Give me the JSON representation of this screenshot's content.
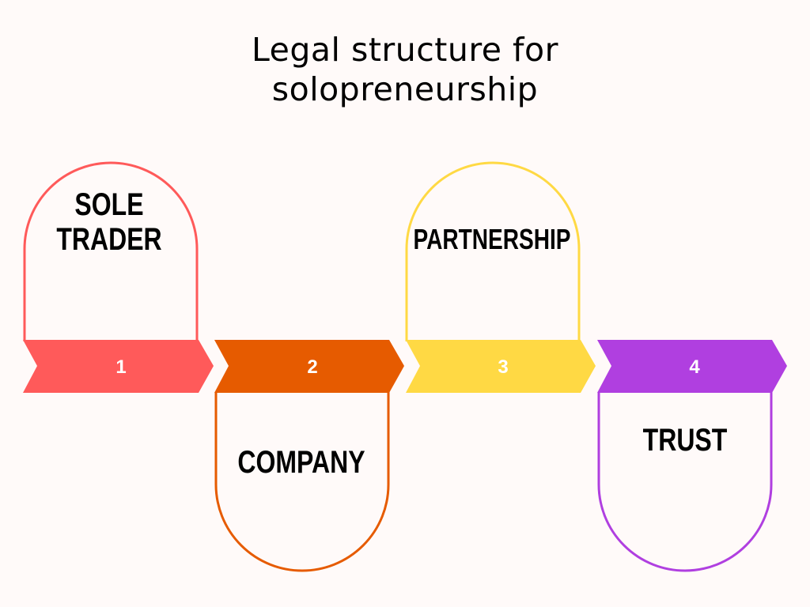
{
  "title": {
    "line1": "Legal structure for",
    "line2": "solopreneurship"
  },
  "steps": [
    {
      "number": "1",
      "label_lines": [
        "SOLE",
        "TRADER"
      ],
      "color": "#ff5a5a",
      "card_position": "above"
    },
    {
      "number": "2",
      "label_lines": [
        "COMPANY"
      ],
      "color": "#e65b00",
      "card_position": "below"
    },
    {
      "number": "3",
      "label_lines": [
        "PARTNERSHIP"
      ],
      "color": "#ffd944",
      "card_position": "above"
    },
    {
      "number": "4",
      "label_lines": [
        "TRUST"
      ],
      "color": "#b03fe0",
      "card_position": "below"
    }
  ]
}
